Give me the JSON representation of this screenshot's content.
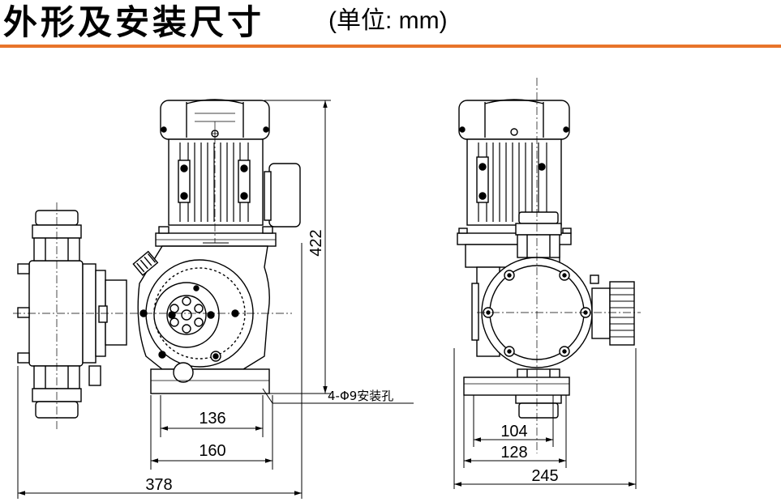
{
  "header": {
    "title": "外形及安装尺寸",
    "unit": "(单位: mm)",
    "accent_color": "#e8742a"
  },
  "dimensions": {
    "height": "422",
    "bolt_spacing_front": "136",
    "base_width_front": "160",
    "overall_width_front": "378",
    "bolt_spacing_side": "104",
    "base_width_side": "128",
    "overall_width_side": "245"
  },
  "annotations": {
    "mounting_holes": "4-Φ9安装孔"
  }
}
